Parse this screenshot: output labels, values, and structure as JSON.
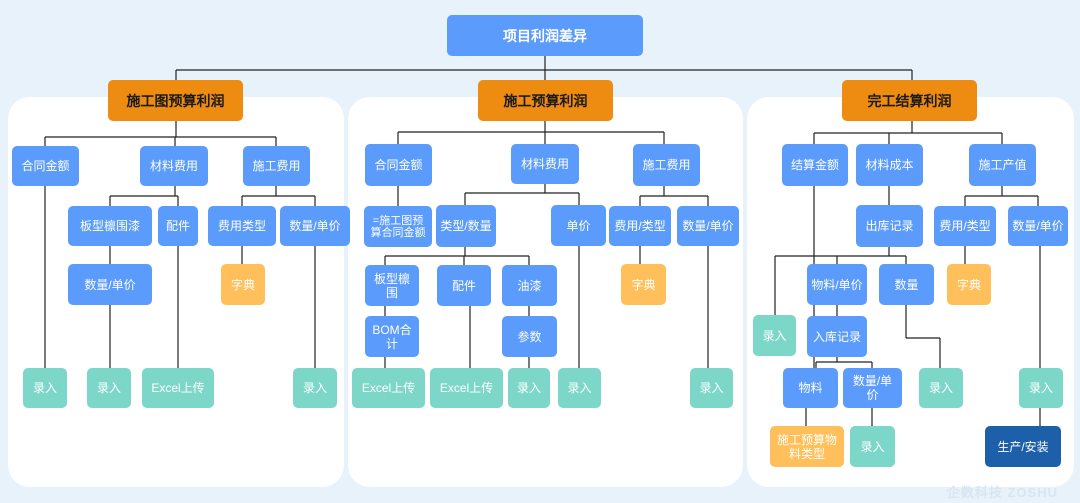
{
  "root": "项目利润差异",
  "sections": [
    {
      "title": "施工图预算利润",
      "nodes": {
        "contract_amount": "合同金额",
        "material_cost": "材料费用",
        "construction_cost": "施工费用",
        "board_type": "板型檩围漆",
        "accessories": "配件",
        "fee_type": "费用类型",
        "qty_price": "数量/单价",
        "qty_price_2": "数量/单价",
        "dictionary": "字典",
        "entry_1": "录入",
        "entry_2": "录入",
        "excel_upload": "Excel上传",
        "entry_3": "录入"
      }
    },
    {
      "title": "施工预算利润",
      "nodes": {
        "contract_amount": "合同金额",
        "material_cost": "材料费用",
        "construction_cost": "施工费用",
        "eq_contract": "=施工图预算合同金额",
        "type_qty": "类型/数量",
        "unit_price": "单价",
        "fee_type": "费用/类型",
        "qty_price": "数量/单价",
        "board": "板型檩围",
        "accessories": "配件",
        "paint": "油漆",
        "dictionary": "字典",
        "bom": "BOM合计",
        "params": "参数",
        "excel_upload_1": "Excel上传",
        "excel_upload_2": "Excel上传",
        "entry_1": "录入",
        "entry_2": "录入",
        "entry_3": "录入"
      }
    },
    {
      "title": "完工结算利润",
      "nodes": {
        "settle_amount": "结算金额",
        "material_cost": "材料成本",
        "construction_output": "施工产值",
        "outbound": "出库记录",
        "fee_type": "费用/类型",
        "qty_price": "数量/单价",
        "material_price": "物料/单价",
        "qty": "数量",
        "dictionary": "字典",
        "entry_left": "录入",
        "inbound": "入库记录",
        "material": "物料",
        "qty_price_2": "数量/单价",
        "entry_mid": "录入",
        "entry_right": "录入",
        "construction_type": "施工预算物料类型",
        "entry_bottom": "录入",
        "production_install": "生产/安装"
      }
    }
  ],
  "watermark": "企数科技 ZOSHU"
}
